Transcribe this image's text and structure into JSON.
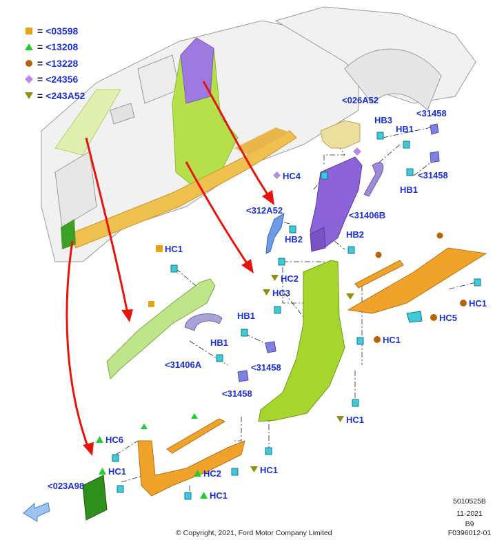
{
  "colors": {
    "callout_text": "#1a2fd6",
    "square": "#e8a317",
    "triangle": "#22cc33",
    "circle": "#b8630a",
    "diamond": "#b98be8",
    "inverted_triangle": "#8f8f12",
    "arrow": "#e8140b",
    "pillar_green": "#a6d62e",
    "pillar_purple": "#8c63d8",
    "sill_orange": "#efa32a",
    "dark_green": "#2f8f1c"
  },
  "legend": [
    {
      "symbol": "square",
      "eq": "=",
      "code": "<03598"
    },
    {
      "symbol": "triangle",
      "eq": "=",
      "code": "<13208"
    },
    {
      "symbol": "circle",
      "eq": "=",
      "code": "<13228"
    },
    {
      "symbol": "diamond",
      "eq": "=",
      "code": "<24356"
    },
    {
      "symbol": "inverted-triangle",
      "eq": "=",
      "code": "<243A52"
    }
  ],
  "callouts": {
    "c026a52": "<026A52",
    "hb3": "HB3",
    "c31458_a": "<31458",
    "hb1_a": "HB1",
    "hc4": "HC4",
    "c31458_b": "<31458",
    "hb1_b": "HB1",
    "c312a52": "<312A52",
    "c31406b": "<31406B",
    "hb2_a": "HB2",
    "hb2_b": "HB2",
    "hc2_a": "HC2",
    "hc3": "HC3",
    "hc1_a": "HC1",
    "hb1_c": "HB1",
    "hb1_d": "HB1",
    "c31406a": "<31406A",
    "c31458_c": "<31458",
    "c31458_d": "<31458",
    "hc1_b": "HC1",
    "hc5": "HC5",
    "hc1_c": "HC1",
    "hc1_d": "HC1",
    "hc6": "HC6",
    "hc1_e": "HC1",
    "c023a98": "<023A98",
    "hc2_b": "HC2",
    "hc1_f": "HC1",
    "hc1_g": "HC1"
  },
  "footer": {
    "code1": "5010525B",
    "date": "11-2021",
    "rev": "B9",
    "code2": "F0396012-01",
    "copyright": "© Copyright, 2021, Ford Motor Company Limited"
  }
}
